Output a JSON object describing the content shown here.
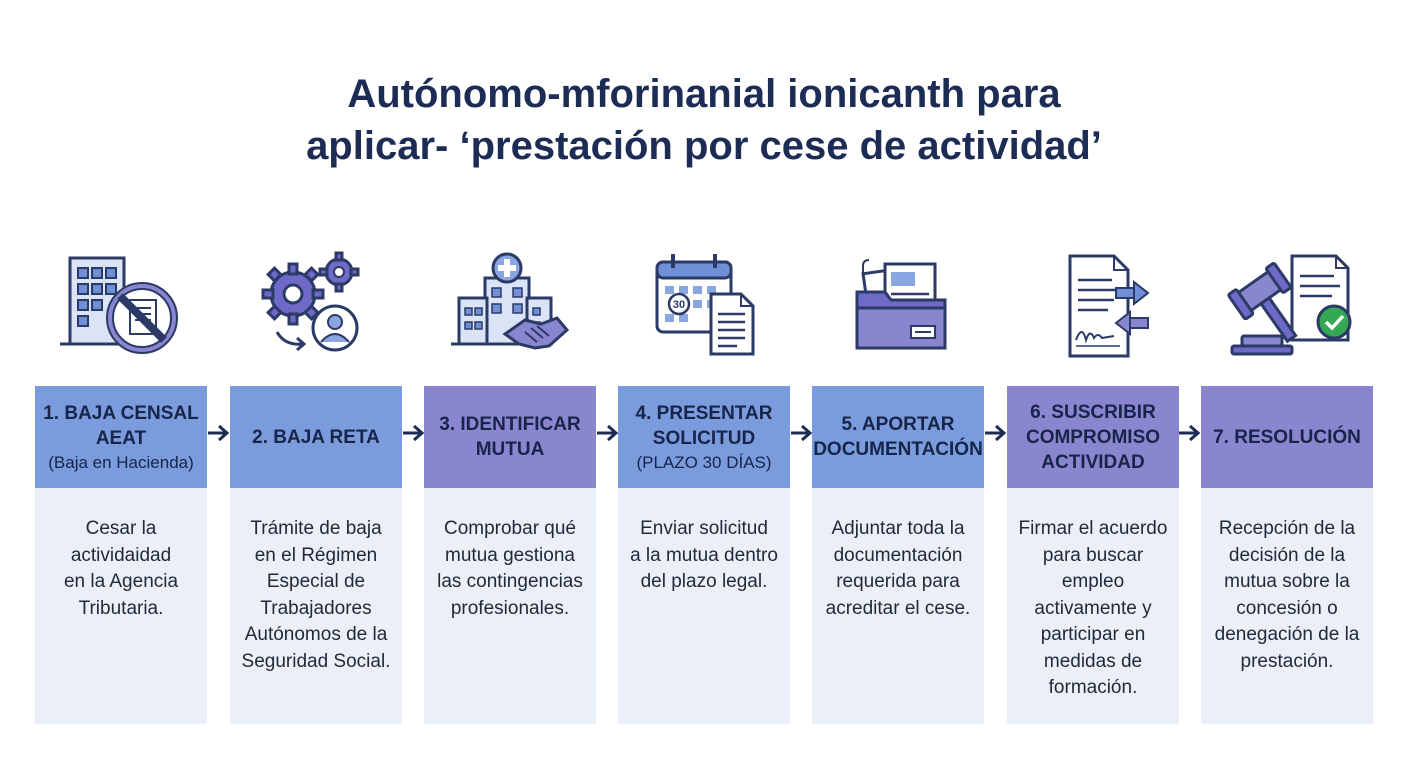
{
  "title": {
    "line1": "Autónomo-mforinanial ionicanth para",
    "line2": "aplicar- ‘prestación por cese de actividad’"
  },
  "colors": {
    "title": "#1c2c55",
    "header_blue": "#7a9bdc",
    "header_purple": "#8a85cf",
    "body_bg": "#ebeff7",
    "arrow": "#1c2c55",
    "check_green": "#34a853"
  },
  "steps": [
    {
      "icon": "office-building-no-document-icon",
      "title": "1. BAJA CENSAL\nAEAT",
      "subtitle": "(Baja en Hacienda)",
      "body": "Cesar la\nactividaidad\nen la Agencia\nTributaria."
    },
    {
      "icon": "gears-user-icon",
      "title": "2. BAJA RETA",
      "subtitle": "",
      "body": "Trámite de baja\nen el Régimen\nEspecial de\nTrabajadores\nAutónomos de la\nSeguridad Social."
    },
    {
      "icon": "hospital-handshake-icon",
      "title": "3. IDENTIFICAR\nMUTUA",
      "subtitle": "",
      "body": "Comprobar qué\nmutua gestiona\nlas contingencias\nprofesionales."
    },
    {
      "icon": "calendar-document-icon",
      "title": "4. PRESENTAR\nSOLICITUD",
      "subtitle": "(PLAZO 30 DÍAS)",
      "calendar_day": "30",
      "body": "Enviar solicitud\na la mutua dentro\ndel plazo legal."
    },
    {
      "icon": "folder-documents-icon",
      "title": "5. APORTAR\nDOCUMENTACIÓN",
      "subtitle": "",
      "body": "Adjuntar toda la\ndocumentación\nrequerida para\nacreditar el cese."
    },
    {
      "icon": "signed-contract-exchange-icon",
      "title": "6. SUSCRIBIR\nCOMPROMISO\nACTIVIDAD",
      "subtitle": "",
      "body": "Firmar el acuerdo\npara buscar\nempleo\nactivamente y\nparticipar en\nmedidas de\nformación."
    },
    {
      "icon": "gavel-approved-document-icon",
      "title": "7. RESOLUCIÓN",
      "subtitle": "",
      "body": "Recepción de la\ndecisión de la\nmutua sobre la\nconcesión o\ndenegación de la\nprestación."
    }
  ]
}
